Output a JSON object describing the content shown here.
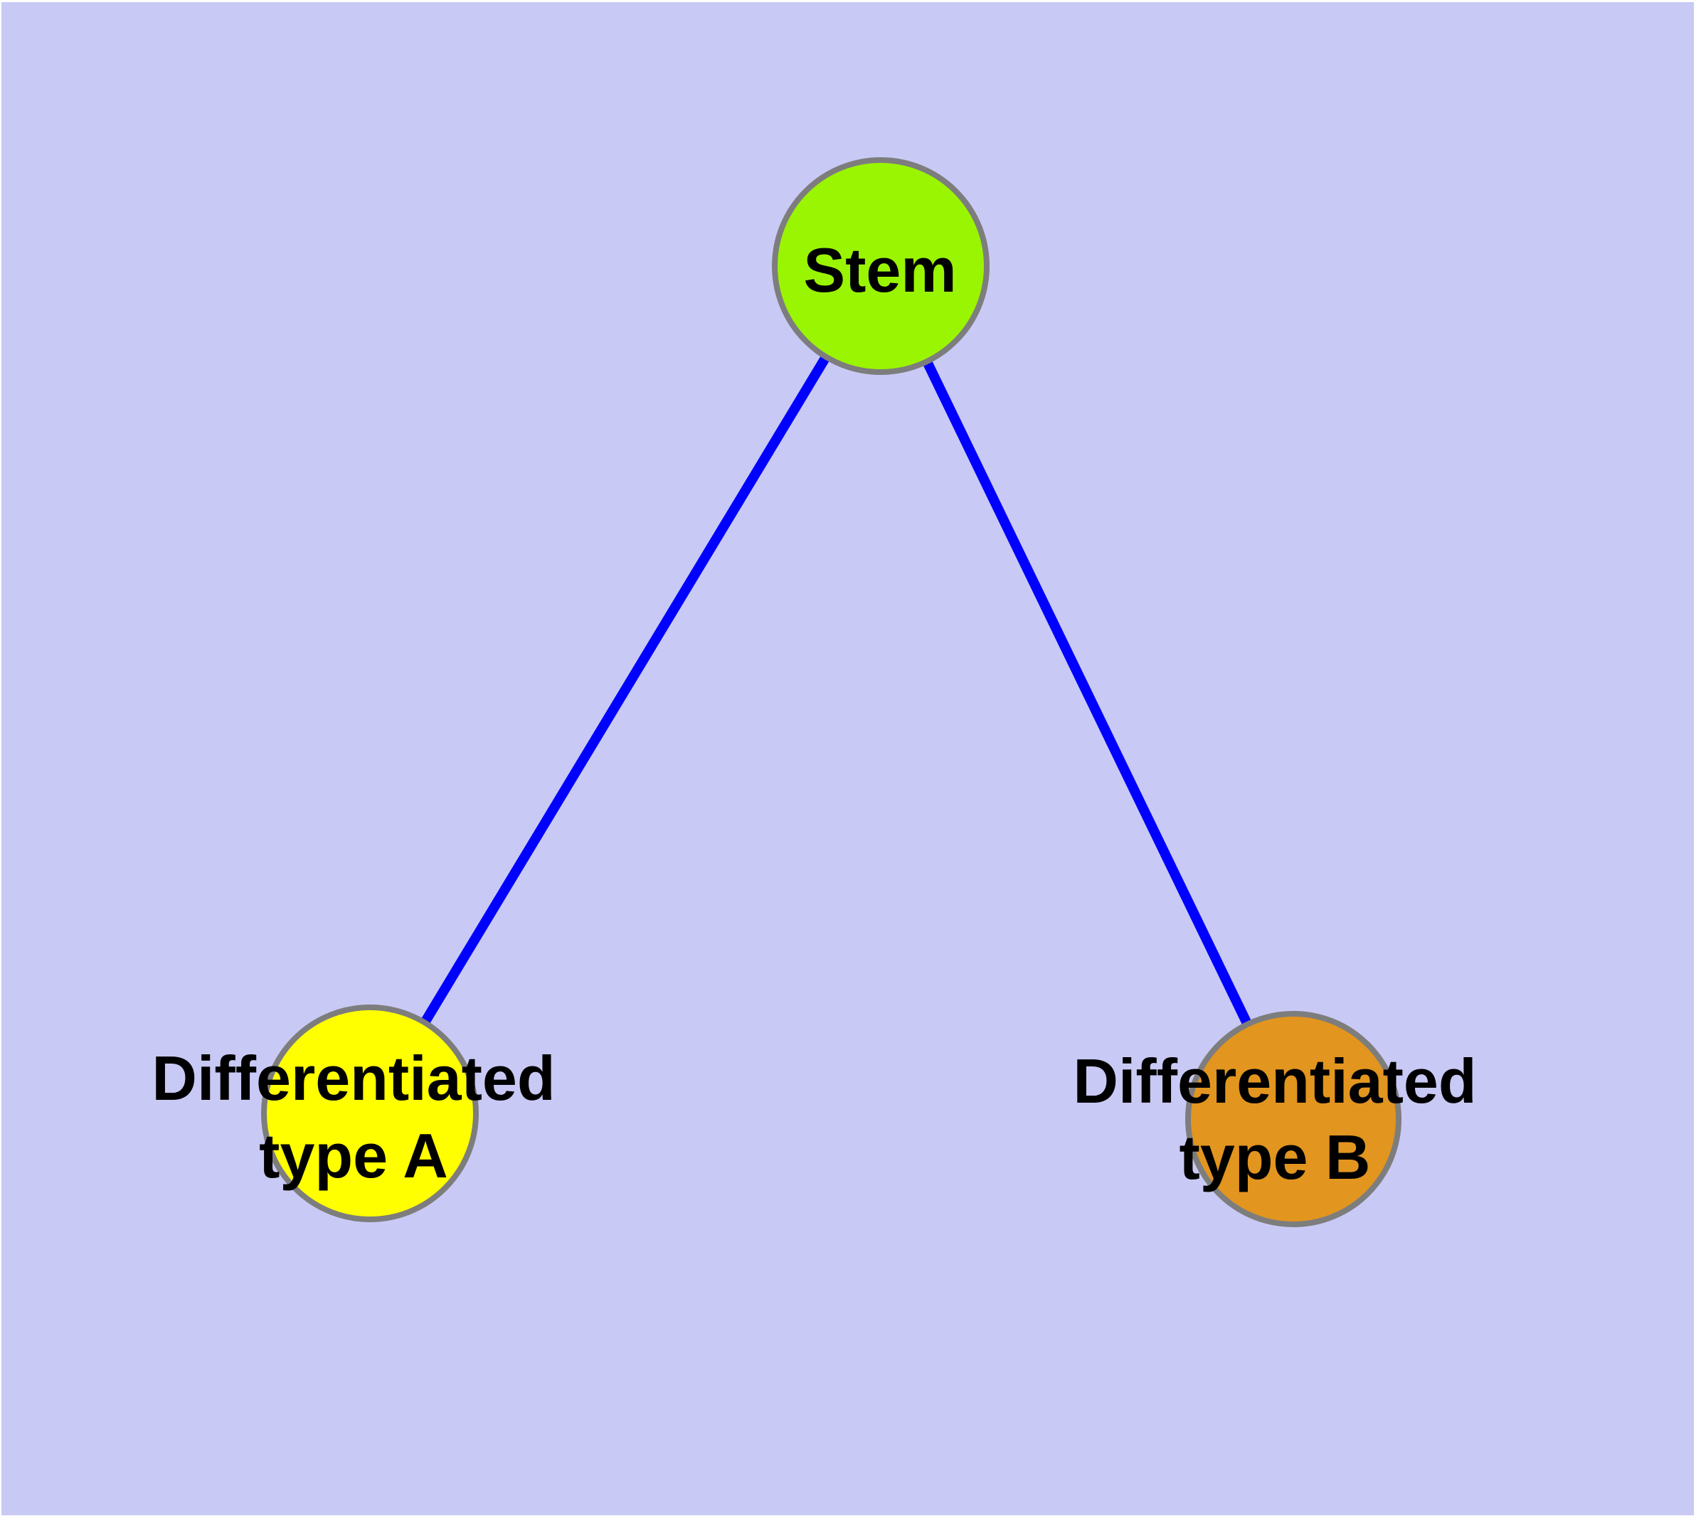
{
  "diagram": {
    "colors": {
      "page_margin": "#FFFFFF",
      "background": "#C9C9F5",
      "edge": "#0000FF",
      "node_border": "#7D7D7D",
      "label_text": "#000000"
    },
    "nodes": [
      {
        "id": "stem",
        "label": "Stem",
        "fill": "#9AF502"
      },
      {
        "id": "differentiated-type-a",
        "label_line1": "Differentiated",
        "label_line2": "type A",
        "fill": "#FFFF00"
      },
      {
        "id": "differentiated-type-b",
        "label_line1": "Differentiated",
        "label_line2": "type B",
        "fill": "#E2951F"
      }
    ],
    "edges": [
      {
        "from": "Stem",
        "to": "Differentiated type A"
      },
      {
        "from": "Stem",
        "to": "Differentiated type B"
      }
    ]
  }
}
